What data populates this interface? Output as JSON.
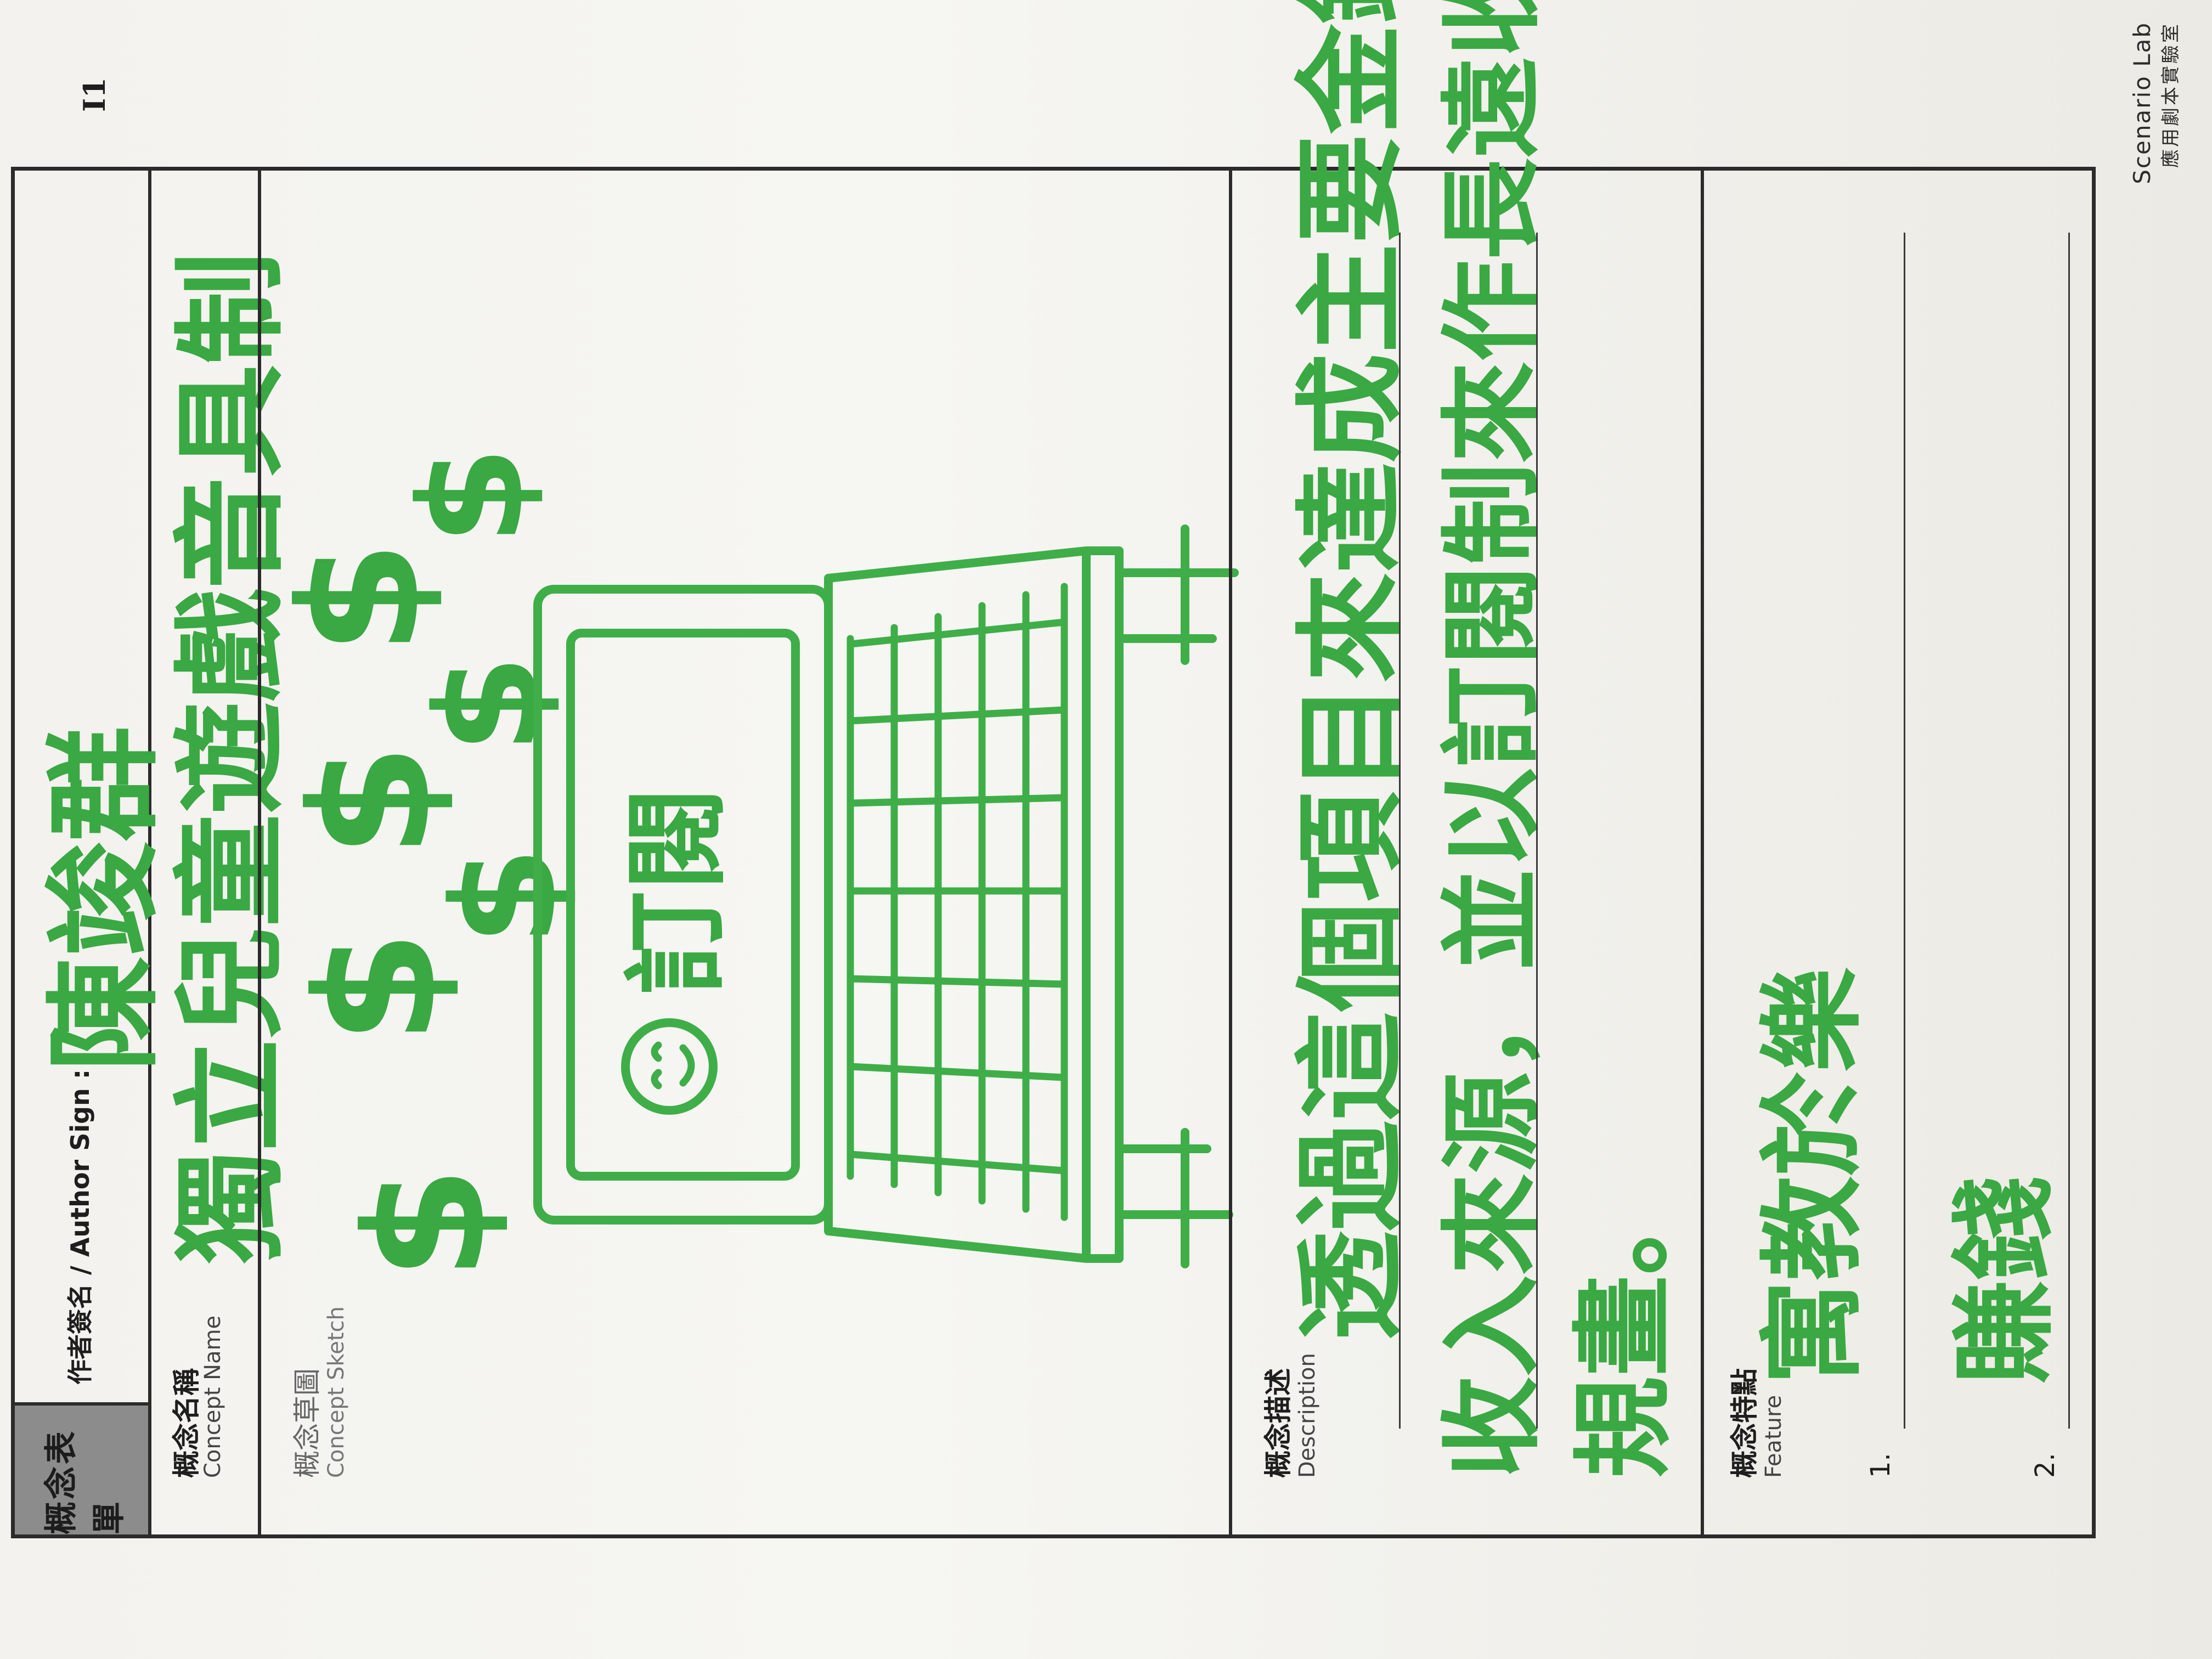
{
  "form": {
    "title": "概念表單",
    "form_code": "I1",
    "author_label": "作者簽名 / Author Sign :",
    "author_value": "陳竣群",
    "concept_name_label_zh": "概念名稱",
    "concept_name_label_en": "Concept Name",
    "concept_name_value": "獨立兒童遊戲音具制",
    "concept_sketch_label_zh": "概念草圖",
    "concept_sketch_label_en": "Concept Sketch",
    "description_label_zh": "概念描述",
    "description_label_en": "Description",
    "description_lines": [
      "透過這個項目來達成主要金錢",
      "收入來源，並以訂閱制來作長遠收入",
      "規畫。"
    ],
    "feature_label_zh": "概念特點",
    "feature_label_en": "Feature",
    "feature_numbers": [
      "1.",
      "2."
    ],
    "feature_values": [
      "寓教於樂",
      "賺錢"
    ]
  },
  "sketch": {
    "screen_label": "訂閱",
    "symbol": "$"
  },
  "footer": {
    "brand_en": "Scenario Lab",
    "brand_zh": "應用劇本實驗室"
  },
  "colors": {
    "ink_green": "#3aa843",
    "header_gray": "#8c8c8c",
    "rule_black": "#2b2b2b"
  }
}
